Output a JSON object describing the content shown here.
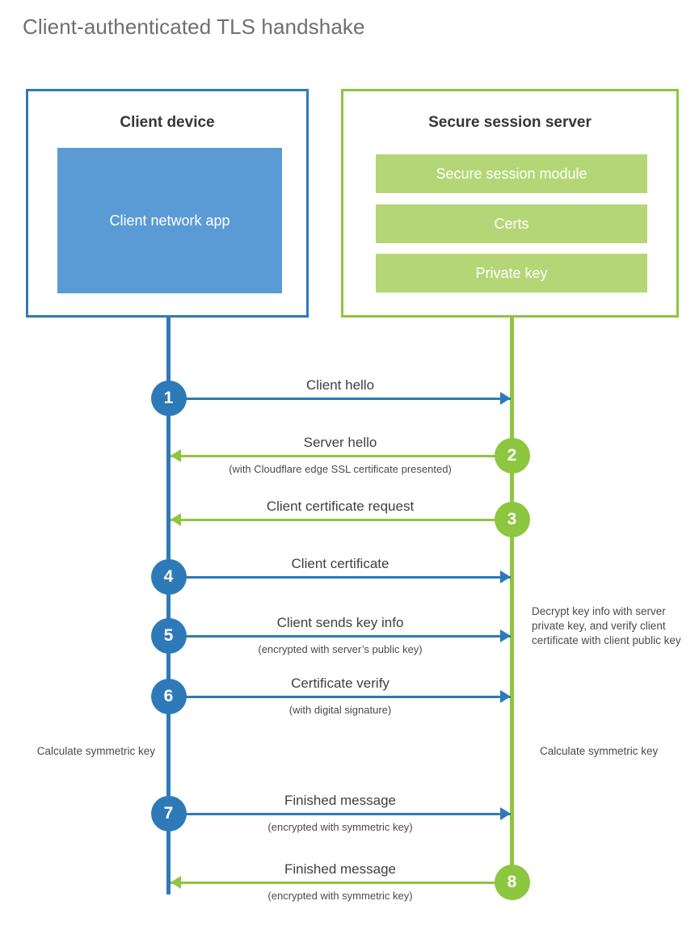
{
  "title": "Client-authenticated TLS handshake",
  "colors": {
    "blue_border": "#2e7ab8",
    "blue_fill": "#5b9bd5",
    "green_border": "#8dc63f",
    "green_fill": "#b5d677",
    "title_text": "#6f6f6f"
  },
  "client": {
    "title": "Client device",
    "app_label": "Client network app"
  },
  "server": {
    "title": "Secure session server",
    "modules": [
      "Secure session module",
      "Certs",
      "Private key"
    ]
  },
  "steps": [
    {
      "number": "1",
      "label": "Client hello",
      "sub": "",
      "direction": "right",
      "color": "blue"
    },
    {
      "number": "2",
      "label": "Server hello",
      "sub": "(with Cloudflare edge SSL certificate presented)",
      "direction": "left",
      "color": "green"
    },
    {
      "number": "3",
      "label": "Client certificate request",
      "sub": "",
      "direction": "left",
      "color": "green"
    },
    {
      "number": "4",
      "label": "Client certificate",
      "sub": "",
      "direction": "right",
      "color": "blue"
    },
    {
      "number": "5",
      "label": "Client sends key info",
      "sub": "(encrypted with server’s public key)",
      "direction": "right",
      "color": "blue"
    },
    {
      "number": "6",
      "label": "Certificate verify",
      "sub": "(with digital signature)",
      "direction": "right",
      "color": "blue"
    },
    {
      "number": "7",
      "label": "Finished message",
      "sub": "(encrypted with symmetric key)",
      "direction": "right",
      "color": "blue"
    },
    {
      "number": "8",
      "label": "Finished message",
      "sub": "(encrypted with symmetric key)",
      "direction": "left",
      "color": "green"
    }
  ],
  "annotations": {
    "server_decrypt": "Decrypt key info with server private key, and verify client certificate with client public key",
    "client_calculate": "Calculate symmetric key",
    "server_calculate": "Calculate symmetric key"
  }
}
